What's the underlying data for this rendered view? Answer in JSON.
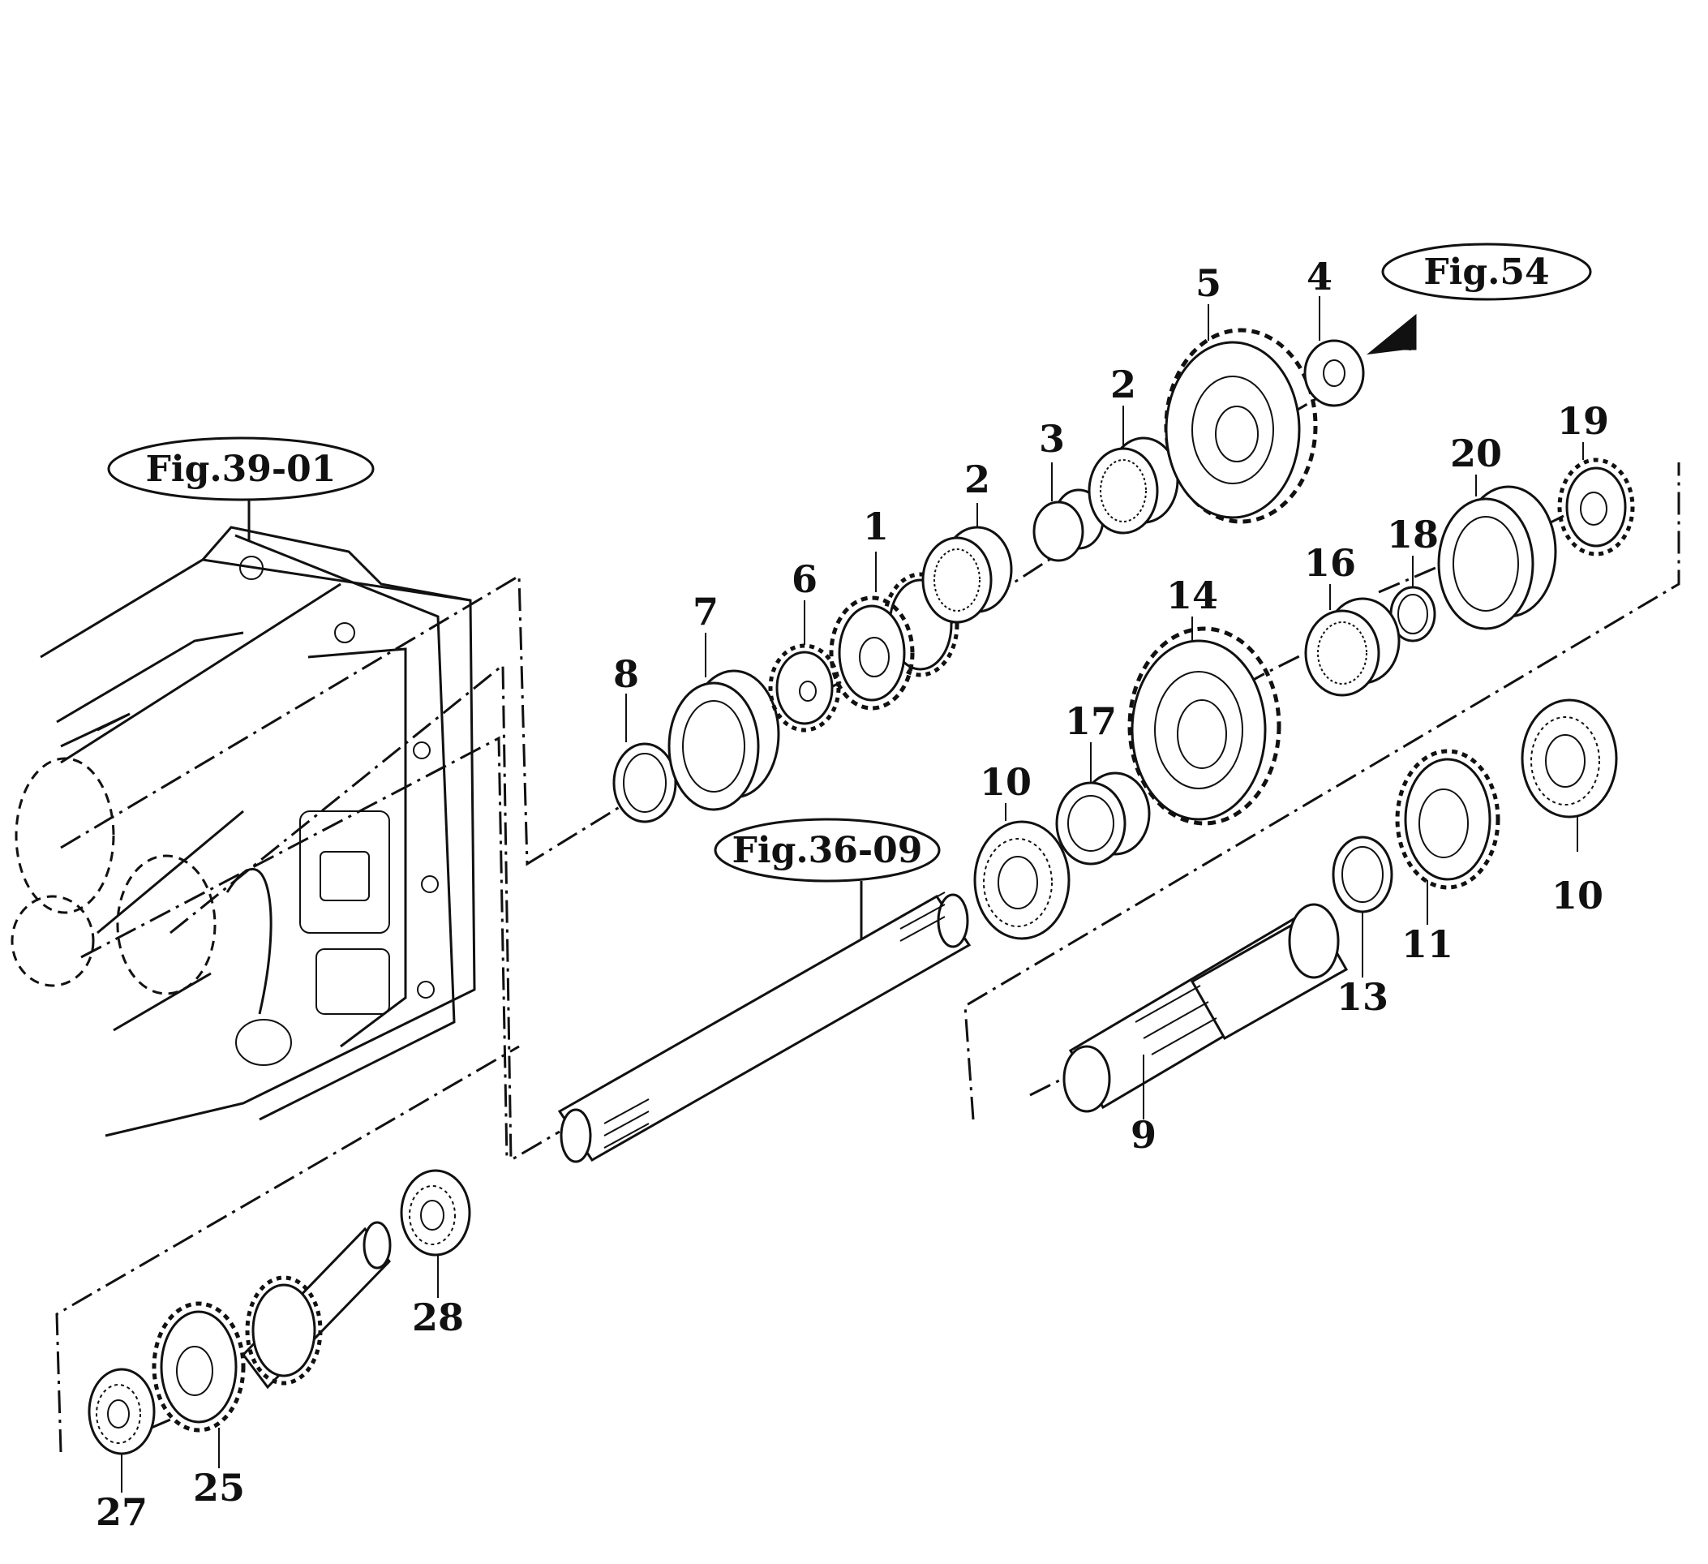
{
  "references": {
    "fig_39_01": "Fig.39-01",
    "fig_54": "Fig.54",
    "fig_36_09": "Fig.36-09"
  },
  "parts": {
    "p1": "1",
    "p2a": "2",
    "p2b": "2",
    "p3": "3",
    "p4": "4",
    "p5": "5",
    "p6": "6",
    "p7": "7",
    "p8": "8",
    "p9": "9",
    "p10a": "10",
    "p10b": "10",
    "p11": "11",
    "p13": "13",
    "p14": "14",
    "p16": "16",
    "p17": "17",
    "p18": "18",
    "p19": "19",
    "p20": "20",
    "p25": "25",
    "p27": "27",
    "p28": "28"
  }
}
